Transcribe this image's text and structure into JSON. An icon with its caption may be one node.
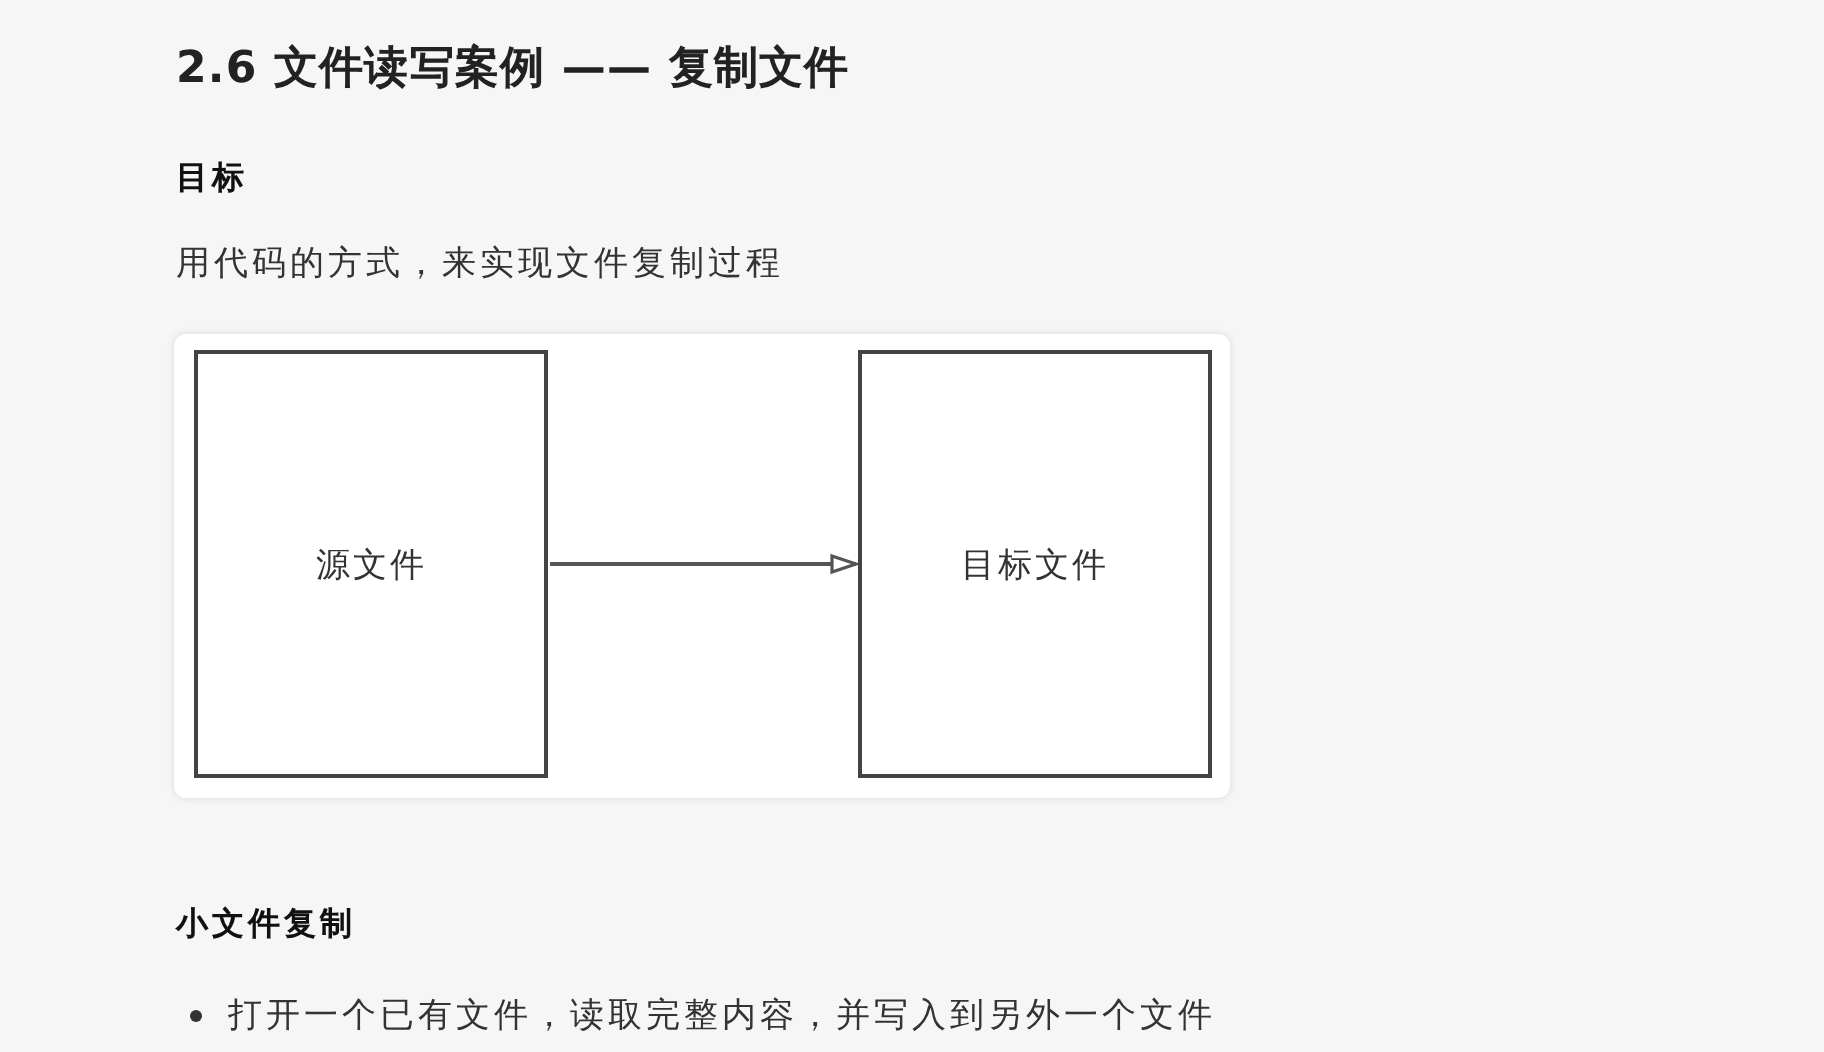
{
  "diagram": {
    "title": "2.6 文件读写案例 —— 复制文件",
    "nodes": [
      {
        "text": [
          "源文件"
        ]
      },
      {
        "text": [
          "目标文件"
        ]
      }
    ],
    "edges": [
      {
        "from": 0,
        "to": 1,
        "arrow": "to"
      }
    ],
    "labels": [
      "目标",
      "用代码的方式，来实现文件复制过程",
      "小文件复制",
      "打开一个已有文件，读取完整内容，并写入到另外一个文件"
    ]
  }
}
